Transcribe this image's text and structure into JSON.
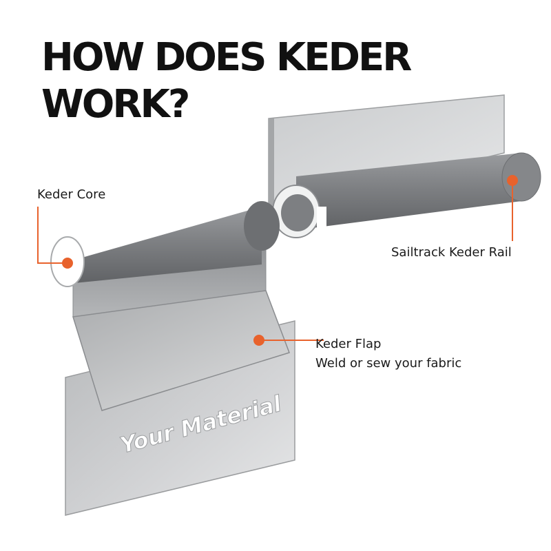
{
  "title": {
    "line1": "HOW DOES KEDER",
    "line2": "WORK?"
  },
  "labels": {
    "keder_core": "Keder Core",
    "sailtrack_rail": "Sailtrack Keder Rail",
    "keder_flap": "Keder Flap",
    "keder_flap_sub": "Weld or sew your fabric",
    "material": "Your Material"
  },
  "colors": {
    "accent": "#e8622c",
    "text": "#111111"
  }
}
